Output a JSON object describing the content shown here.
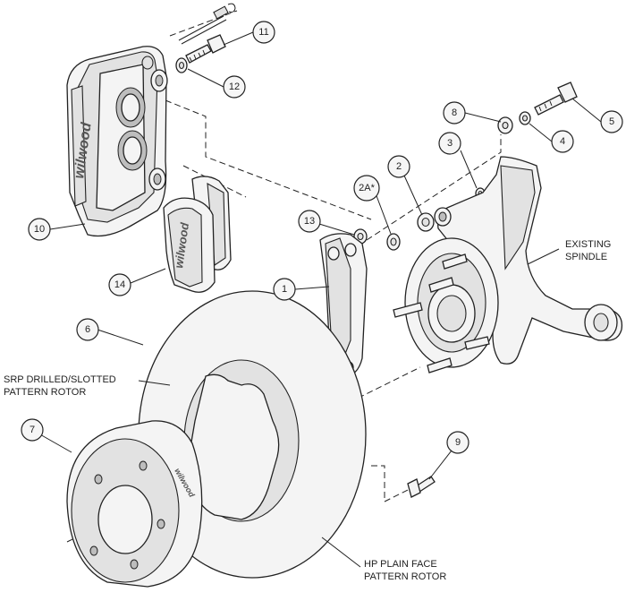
{
  "callouts": {
    "c1": "1",
    "c2": "2",
    "c2a": "2A*",
    "c3": "3",
    "c4": "4",
    "c5": "5",
    "c6": "6",
    "c7": "7",
    "c8": "8",
    "c9": "9",
    "c10": "10",
    "c11": "11",
    "c12": "12",
    "c13": "13",
    "c14": "14"
  },
  "labels": {
    "spindle_line1": "EXISTING",
    "spindle_line2": "SPINDLE",
    "srp_line1": "SRP DRILLED/SLOTTED",
    "srp_line2": "PATTERN ROTOR",
    "hp_line1": "HP PLAIN FACE",
    "hp_line2": "PATTERN ROTOR"
  },
  "logos": {
    "caliper": "wilwood",
    "pad": "wilwood",
    "hat": "wilwood"
  }
}
